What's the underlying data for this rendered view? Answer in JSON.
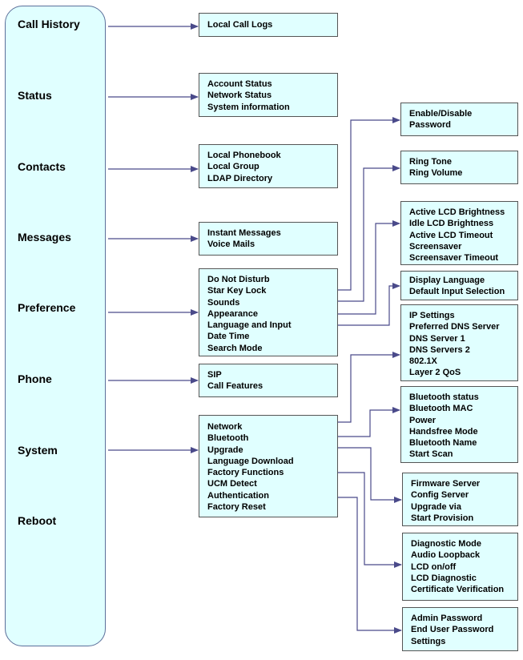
{
  "sidebar": {
    "items": [
      "Call History",
      "Status",
      "Contacts",
      "Messages",
      "Preference",
      "Phone",
      "System",
      "Reboot"
    ]
  },
  "submenus": {
    "call_history": [
      "Local Call Logs"
    ],
    "status": [
      "Account Status",
      "Network Status",
      "System information"
    ],
    "contacts": [
      "Local Phonebook",
      "Local Group",
      "LDAP Directory"
    ],
    "messages": [
      "Instant Messages",
      "Voice Mails"
    ],
    "preference": [
      "Do Not Disturb",
      "Star Key Lock",
      "Sounds",
      "Appearance",
      "Language and Input",
      "Date Time",
      "Search Mode"
    ],
    "phone": [
      "SIP",
      "Call Features"
    ],
    "system": [
      "Network",
      "Bluetooth",
      "Upgrade",
      "Language Download",
      "Factory Functions",
      "UCM Detect",
      "Authentication",
      "Factory Reset"
    ]
  },
  "details": {
    "password": [
      "Enable/Disable",
      "Password"
    ],
    "sounds": [
      "Ring Tone",
      "Ring Volume"
    ],
    "appearance": [
      "Active LCD Brightness",
      "Idle LCD Brightness",
      "Active LCD Timeout",
      "Screensaver",
      "Screensaver Timeout"
    ],
    "language_input": [
      "Display Language",
      "Default Input Selection"
    ],
    "network": [
      "IP Settings",
      "Preferred DNS Server",
      "DNS Server 1",
      "DNS Servers 2",
      "802.1X",
      "Layer 2 QoS"
    ],
    "bluetooth": [
      "Bluetooth status",
      "Bluetooth MAC",
      "Power",
      "Handsfree Mode",
      "Bluetooth Name",
      "Start Scan"
    ],
    "upgrade": [
      "Firmware Server",
      "Config Server",
      "Upgrade via",
      "Start Provision"
    ],
    "factory_functions": [
      "Diagnostic Mode",
      "Audio Loopback",
      "LCD on/off",
      "LCD Diagnostic",
      "Certificate Verification"
    ],
    "authentication": [
      "Admin Password",
      "End User Password",
      "Settings"
    ]
  },
  "colors": {
    "box_fill": "#e0ffff",
    "arrow": "#4a4a8a",
    "border": "#555555"
  }
}
